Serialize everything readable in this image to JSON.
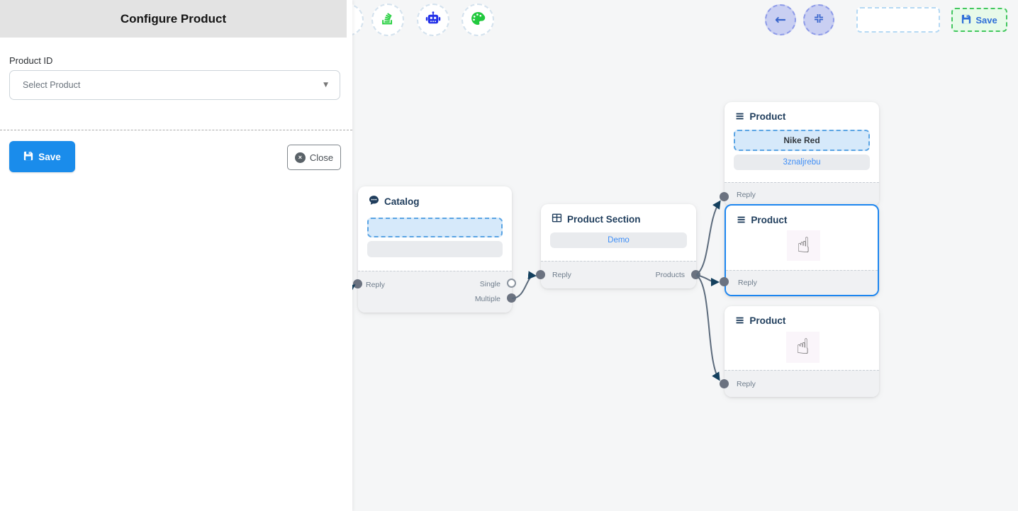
{
  "panel": {
    "title": "Configure Product",
    "product_id_label": "Product ID",
    "select_value": "Select Product",
    "save_label": "Save",
    "close_label": "Close"
  },
  "toolbar": {
    "save_label": "Save"
  },
  "nodes": {
    "catalog": {
      "title": "Catalog",
      "reply": "Reply",
      "single": "Single",
      "multiple": "Multiple"
    },
    "section": {
      "title": "Product Section",
      "item": "Demo",
      "reply": "Reply",
      "products": "Products"
    },
    "product1": {
      "title": "Product",
      "value1": "Nike Red",
      "value2": "3znaljrebu",
      "reply": "Reply"
    },
    "product2": {
      "title": "Product",
      "reply": "Reply"
    },
    "product3": {
      "title": "Product",
      "reply": "Reply"
    }
  },
  "icons": {
    "hamburger": "≡",
    "back_arrow": "←",
    "caret": "▼",
    "hand_cursor": "☝",
    "close_x": "×"
  },
  "colors": {
    "primary_blue": "#1a8ceb",
    "selected_border": "#1d86f0",
    "accent_green": "#2ad043",
    "robot_blue": "#2230e8",
    "link_blue": "#3e8ef7",
    "edge": "#5c6b7c",
    "arrow": "#14405e"
  }
}
